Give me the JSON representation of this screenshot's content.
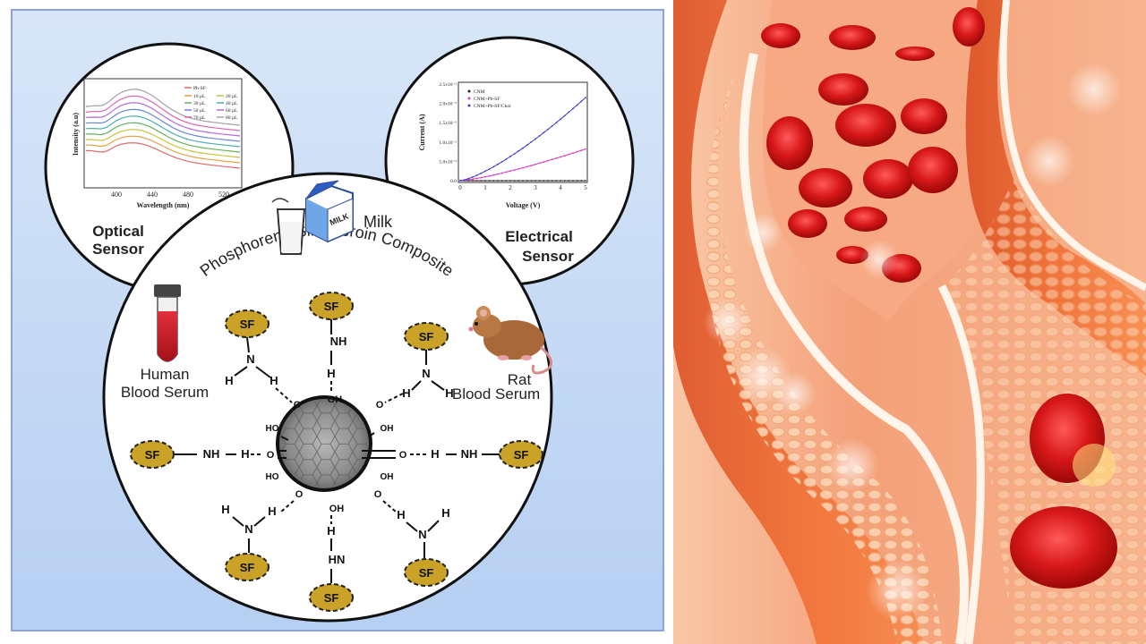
{
  "optical": {
    "label_line1": "Optical",
    "label_line2": "Sensor",
    "axis_x": "Wavelength (nm)",
    "axis_y": "Intensity (a.u)",
    "ticks_x": [
      "400",
      "440",
      "480",
      "520"
    ],
    "legend": [
      "Pb-SF",
      "10 µL",
      "20 µL",
      "30 µL",
      "40 µL",
      "50 µL",
      "60 µL",
      "70 µL",
      "80 µL"
    ],
    "colors": [
      "#e06b6b",
      "#e6a04a",
      "#c9c440",
      "#64b35c",
      "#4bb0b0",
      "#6a86d8",
      "#b76ad8",
      "#d86ab0",
      "#a2a2a2"
    ]
  },
  "electrical": {
    "label_line1": "Electrical",
    "label_line2": "Sensor",
    "axis_x": "Voltage (V)",
    "axis_y": "Current (A)",
    "ticks_x": [
      "0",
      "1",
      "2",
      "3",
      "4",
      "5"
    ],
    "ticks_y": [
      "0.0",
      "5.0x10⁻³",
      "1.0x10⁻²",
      "1.5x10⁻²",
      "2.0x10⁻²",
      "2.5x10⁻²"
    ],
    "legend": [
      "CNM",
      "CNM+Pb-SF",
      "CNM+Pb-SF/Chol"
    ],
    "colors": [
      "#222222",
      "#d63cc0",
      "#3a3ad0"
    ]
  },
  "composite": {
    "title": "Phosphorene Silk Fibroin Composite",
    "milk": "Milk",
    "milk_carton_text": "MILK",
    "human_line1": "Human",
    "human_line2": "Blood Serum",
    "rat_line1": "Rat",
    "rat_line2": "Blood Serum",
    "sf": "SF",
    "nh": "NH",
    "hn": "HN",
    "n": "N",
    "h": "H",
    "o": "O",
    "oh": "OH",
    "ho": "HO"
  }
}
